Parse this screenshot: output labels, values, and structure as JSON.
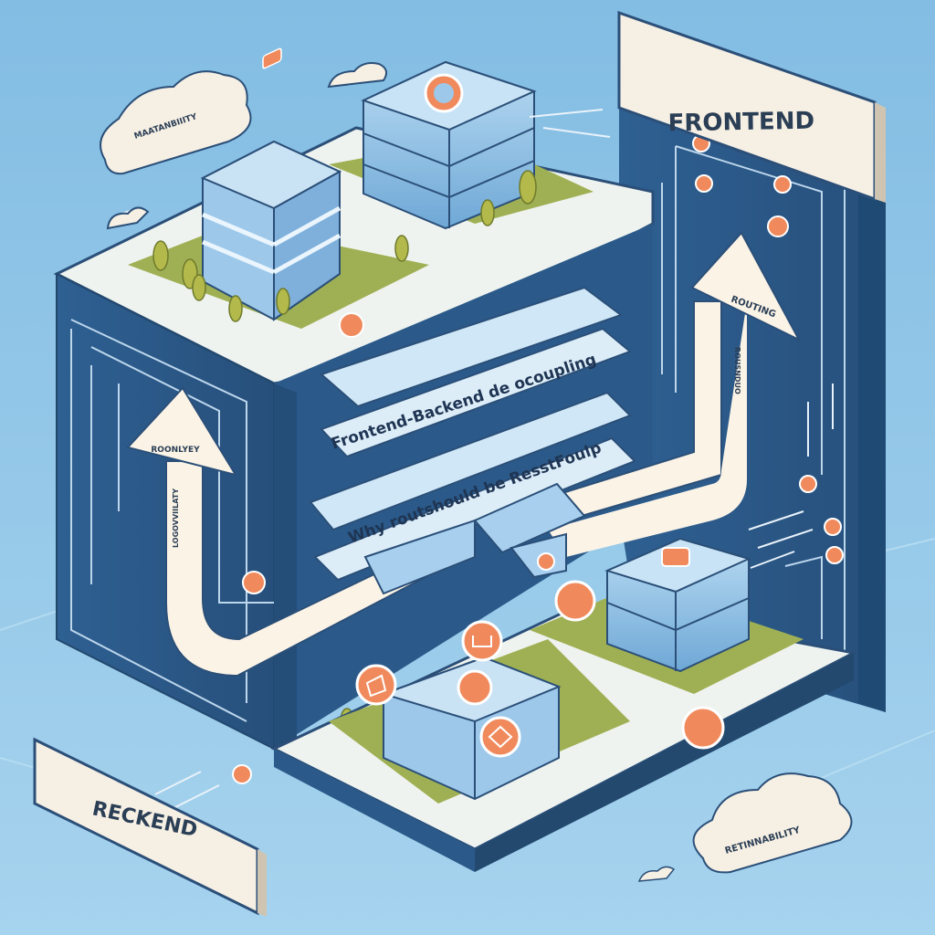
{
  "labels": {
    "frontend": "FRONTEND",
    "backend": "RECKEND",
    "maintainability": "MAATANBIIITY",
    "rewinability": "RETINNABILITY",
    "routing": "ROUTING",
    "routing_arrow_side": "ROUSNDUO",
    "backend_arrow_head": "ROONLYEY",
    "backend_arrow_side": "LOGOVVIILATY",
    "banner_top": "Frontend-Backend de ocoupling",
    "banner_bottom": "Why routshould be ResstFoulp"
  },
  "colors": {
    "background": "#8ec3e6",
    "wall": "#2c5d8e",
    "wall_dark": "#20486f",
    "platform": "#eef3ef",
    "grass": "#9fb054",
    "accent": "#f08a5d",
    "banner": "#cfe7f7",
    "path": "#fbf3e6"
  },
  "icons": [
    "cloud-icon",
    "server-stack-icon",
    "building-icon",
    "tree-icon",
    "circle-badge-icon",
    "arrow-icon"
  ]
}
